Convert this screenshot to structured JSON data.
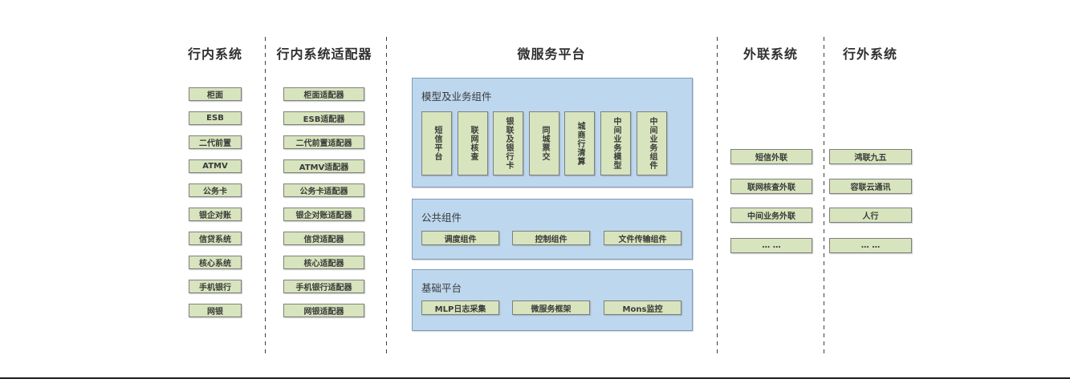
{
  "diagram": {
    "columns": [
      {
        "header": "行内系统",
        "items": [
          "柜面",
          "ESB",
          "二代前置",
          "ATMV",
          "公务卡",
          "银企对账",
          "信贷系统",
          "核心系统",
          "手机银行",
          "网银"
        ]
      },
      {
        "header": "行内系统适配器",
        "items": [
          "柜面适配器",
          "ESB适配器",
          "二代前置适配器",
          "ATMV适配器",
          "公务卡适配器",
          "银企对账适配器",
          "信贷适配器",
          "核心适配器",
          "手机银行适配器",
          "网银适配器"
        ]
      },
      {
        "header": "微服务平台",
        "groups": [
          {
            "title": "模型及业务组件",
            "items": [
              "短信平台",
              "联网核查",
              "银联及银行卡",
              "同城票交",
              "城商行清算",
              "中间业务模型",
              "中间业务组件"
            ]
          },
          {
            "title": "公共组件",
            "items": [
              "调度组件",
              "控制组件",
              "文件传输组件"
            ]
          },
          {
            "title": "基础平台",
            "items": [
              "MLP日志采集",
              "微服务框架",
              "Mons监控"
            ]
          }
        ]
      },
      {
        "header": "外联系统",
        "items": [
          "短信外联",
          "联网核查外联",
          "中间业务外联",
          "… …"
        ]
      },
      {
        "header": "行外系统",
        "items": [
          "鸿联九五",
          "容联云通讯",
          "人行",
          "… …"
        ]
      }
    ],
    "colors": {
      "box_green": "#d7e4bd",
      "box_border": "#7f7f7f",
      "panel_blue": "#bdd7ee",
      "panel_border": "#7d9ab8",
      "divider": "#3f3f3f",
      "text": "#3a3a3a"
    }
  }
}
